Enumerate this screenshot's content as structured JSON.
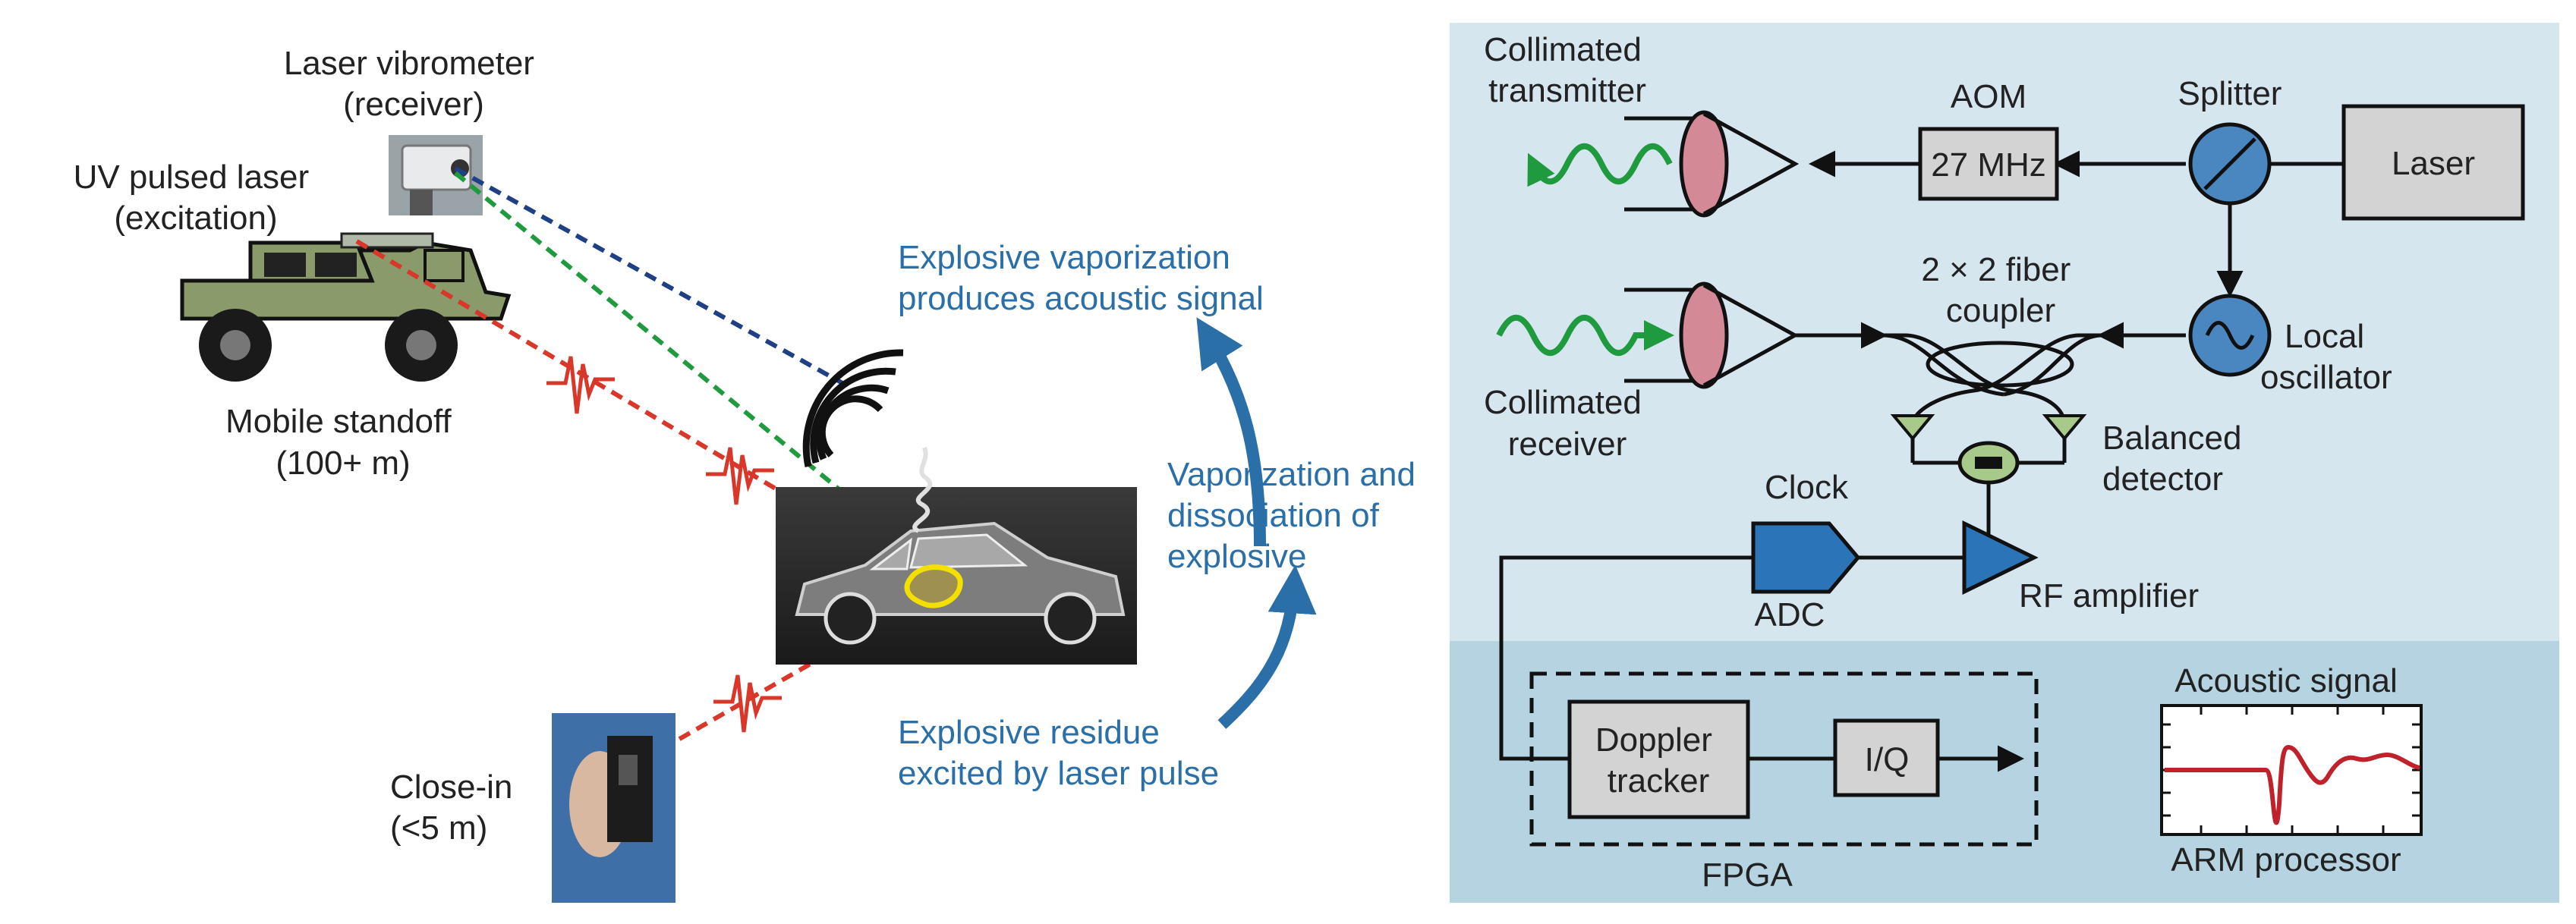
{
  "left_panel": {
    "laser_vibrometer": [
      "Laser vibrometer",
      "(receiver)"
    ],
    "uv_pulsed_laser": [
      "UV pulsed laser",
      "(excitation)"
    ],
    "mobile_standoff": [
      "Mobile standoff",
      "(100+ m)"
    ],
    "close_in": [
      "Close-in",
      "(<5 m)"
    ],
    "vaporization_acoustic": [
      "Explosive vaporization",
      "produces acoustic signal"
    ],
    "vaporization_dissociation": [
      "Vaporization and",
      "dissociation of",
      "explosive"
    ],
    "residue_excited": [
      "Explosive residue",
      "excited by laser pulse"
    ]
  },
  "right_panel": {
    "collimated_transmitter": [
      "Collimated",
      "transmitter"
    ],
    "aom_title": "AOM",
    "aom_freq": "27 MHz",
    "splitter": "Splitter",
    "laser": "Laser",
    "fiber_coupler": [
      "2 × 2 fiber",
      "coupler"
    ],
    "local_oscillator": [
      "Local",
      "oscillator"
    ],
    "collimated_receiver": [
      "Collimated",
      "receiver"
    ],
    "balanced_detector": [
      "Balanced",
      "detector"
    ],
    "clock": "Clock",
    "adc": "ADC",
    "rf_amplifier": "RF amplifier",
    "doppler_tracker": [
      "Doppler",
      "tracker"
    ],
    "iq": "I/Q",
    "fpga": "FPGA",
    "acoustic_signal": "Acoustic signal",
    "arm_processor": "ARM processor"
  },
  "colors": {
    "panel_top": "#d5e6ef",
    "panel_bottom": "#b5d3e1",
    "accent_blue": "#2a6fa8",
    "laser_red": "#d8372a",
    "green": "#1f9a3f",
    "dark_blue": "#1f3f86",
    "lens_pink": "#d48a96",
    "component_blue": "#2c74b8",
    "box_gray": "#d3d3d3",
    "signal_red": "#c0222c"
  }
}
